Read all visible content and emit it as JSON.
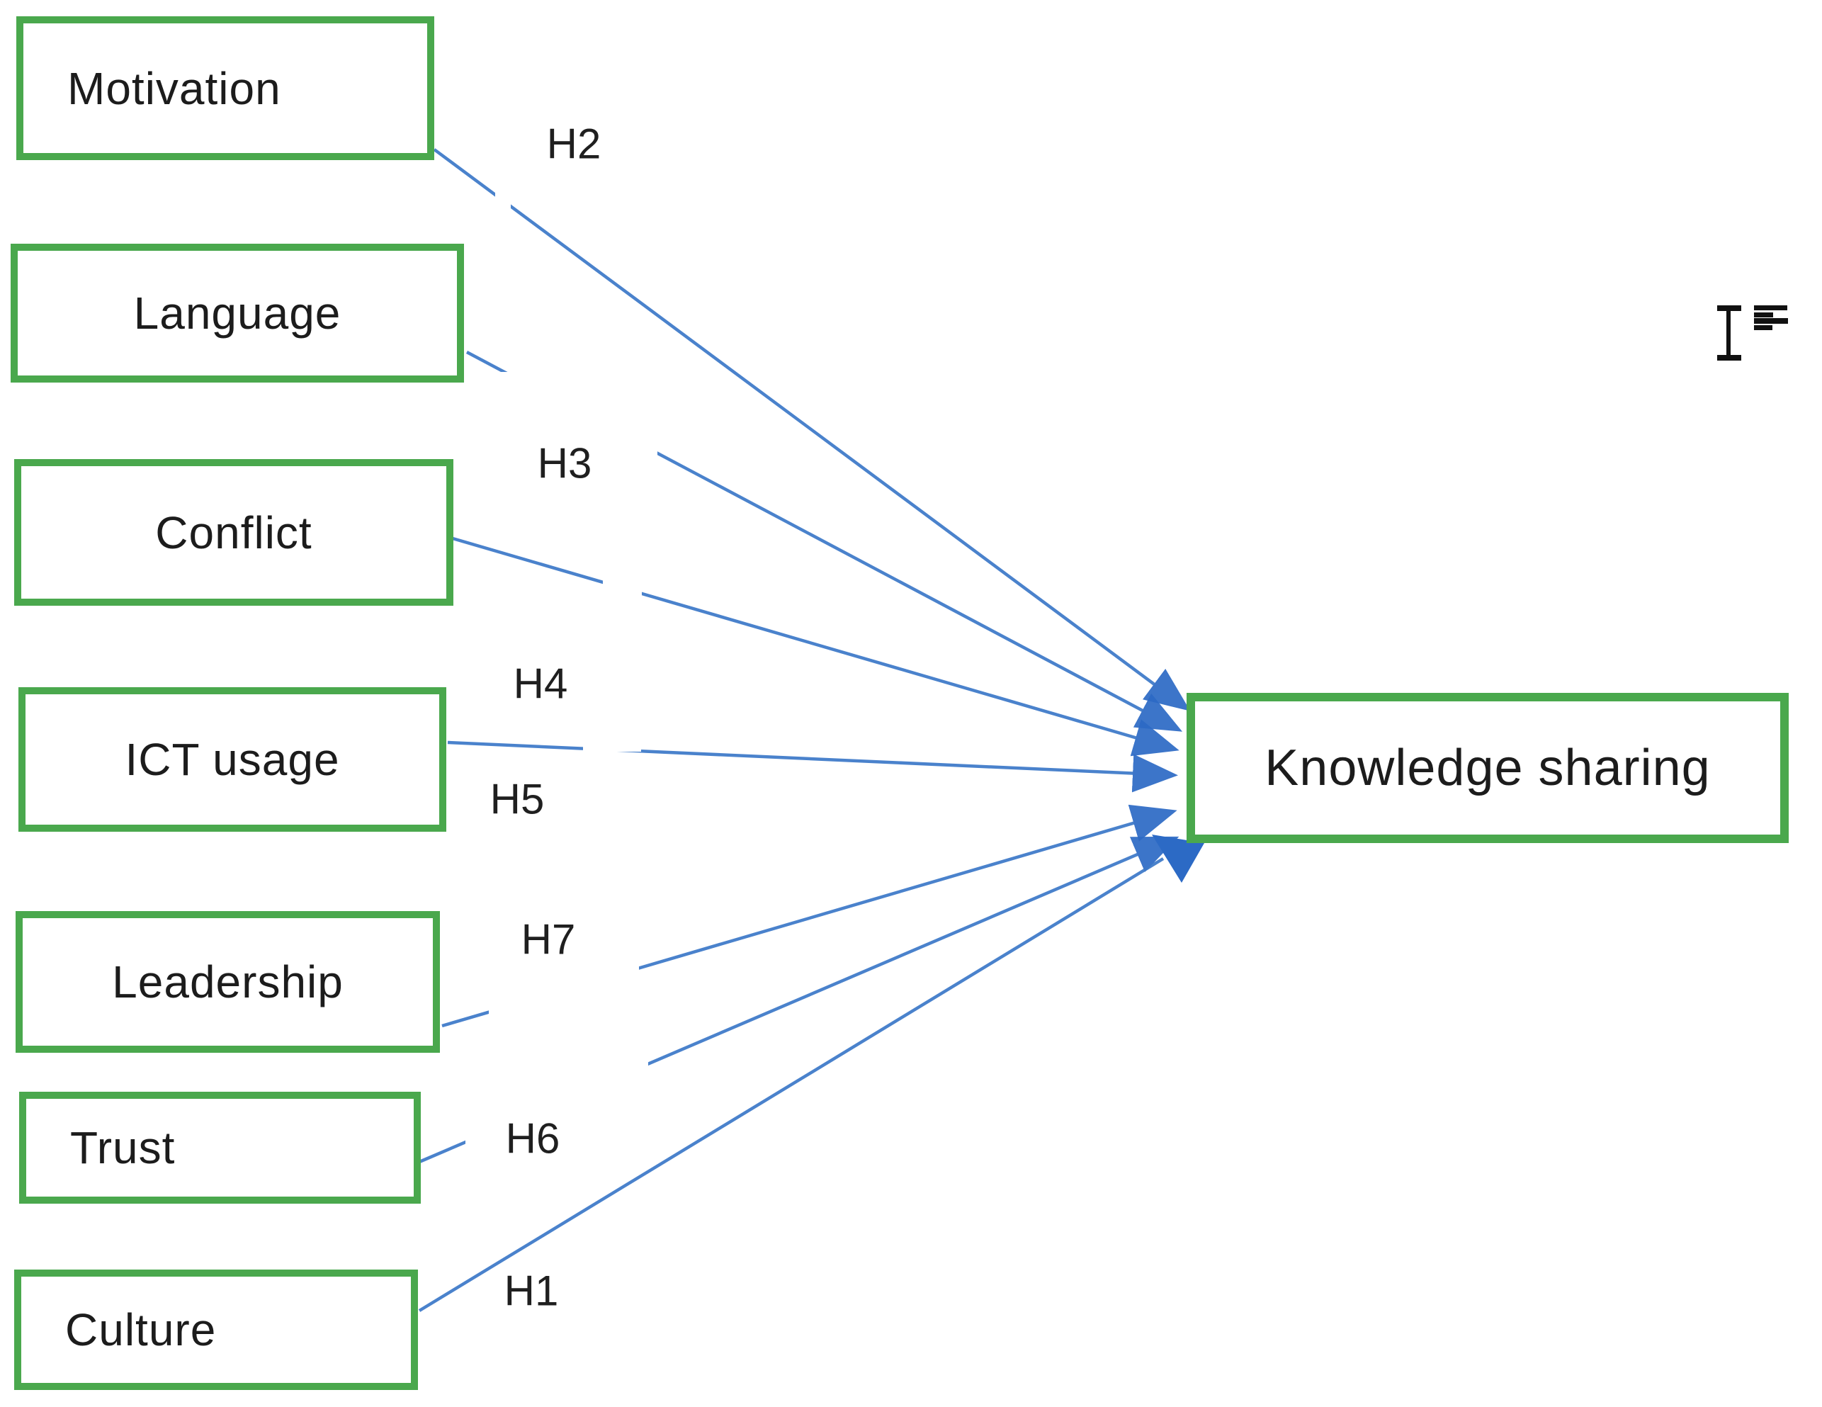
{
  "diagram": {
    "factors": [
      {
        "id": "motivation",
        "label": "Motivation",
        "hypothesis": "H2"
      },
      {
        "id": "language",
        "label": "Language",
        "hypothesis": "H3"
      },
      {
        "id": "conflict",
        "label": "Conflict",
        "hypothesis": "H4"
      },
      {
        "id": "ict-usage",
        "label": "ICT usage",
        "hypothesis": "H5"
      },
      {
        "id": "leadership",
        "label": "Leadership",
        "hypothesis": "H7"
      },
      {
        "id": "trust",
        "label": "Trust",
        "hypothesis": "H6"
      },
      {
        "id": "culture",
        "label": "Culture",
        "hypothesis": "H1"
      }
    ],
    "outcome": {
      "label": "Knowledge sharing"
    },
    "colors": {
      "box_border": "#4aa84d",
      "connector": "#3b78c8",
      "arrowhead": "#2c6ac5",
      "label_text": "#1f1f1f"
    }
  },
  "cursor": {
    "icon": "text-ibeam-cursor-icon"
  }
}
